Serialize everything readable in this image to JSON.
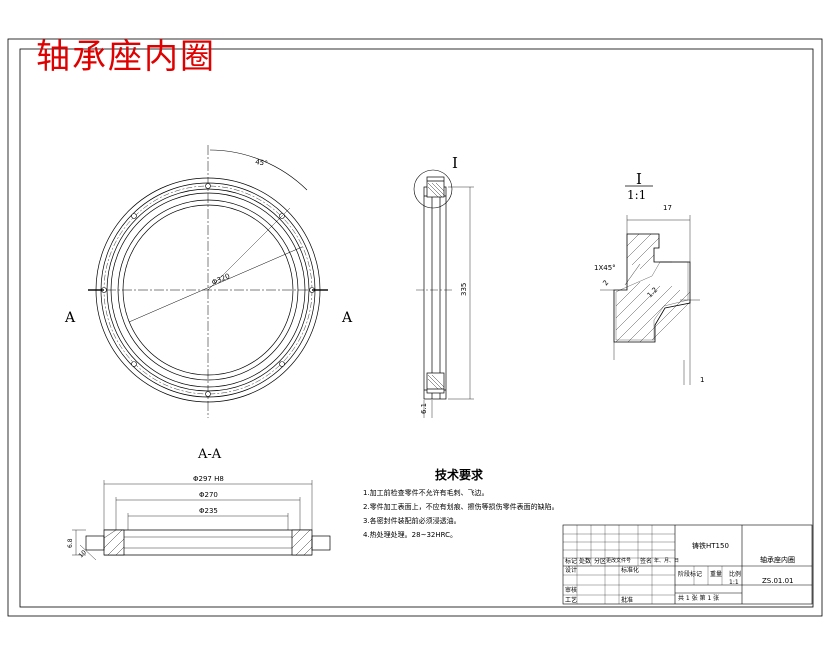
{
  "title": "轴承座内圈",
  "front_view": {
    "angle_label": "45°",
    "diameter_label": "Φ320",
    "section_mark": "A"
  },
  "side_view": {
    "detail_mark": "I",
    "height_label": "335",
    "thickness_label": "6.1"
  },
  "detail_view": {
    "mark": "I",
    "scale": "1:1",
    "dim_top": "17",
    "chamfer_label": "1X45°",
    "dim_vertical": "1",
    "dim_small_1": "2",
    "dim_small_2": "1.2"
  },
  "section_view": {
    "label": "A-A",
    "dim_outer": "Φ297 H8",
    "dim_mid": "Φ270",
    "dim_inner": "Φ235",
    "dim_left_1": "6.8",
    "dim_left_2": "10"
  },
  "notes": {
    "heading": "技术要求",
    "items": [
      "1.加工前检查零件不允许有毛刺、飞边。",
      "2.零件加工表面上，不应有划痕、擦伤等损伤零件表面的缺陷。",
      "3.各密封件装配前必须浸透油。",
      "4.热处理处理。28~32HRC。"
    ]
  },
  "title_block": {
    "material": "铸铁HT150",
    "part_name": "轴承座内圈",
    "drawing_no": "ZS.01.01",
    "scale": "1:1",
    "sheet_info": "共 1 张    第 1 张",
    "header_cells": [
      "标记",
      "处数",
      "分区",
      "更改文件号",
      "签名",
      "年、月、日"
    ],
    "row_designer": "设计",
    "row_standard": "标准化",
    "row_stage": "阶段标记",
    "row_weight": "重量",
    "row_ratio": "比例",
    "row_review": "审核",
    "row_process": "工艺",
    "row_approve": "批准"
  }
}
